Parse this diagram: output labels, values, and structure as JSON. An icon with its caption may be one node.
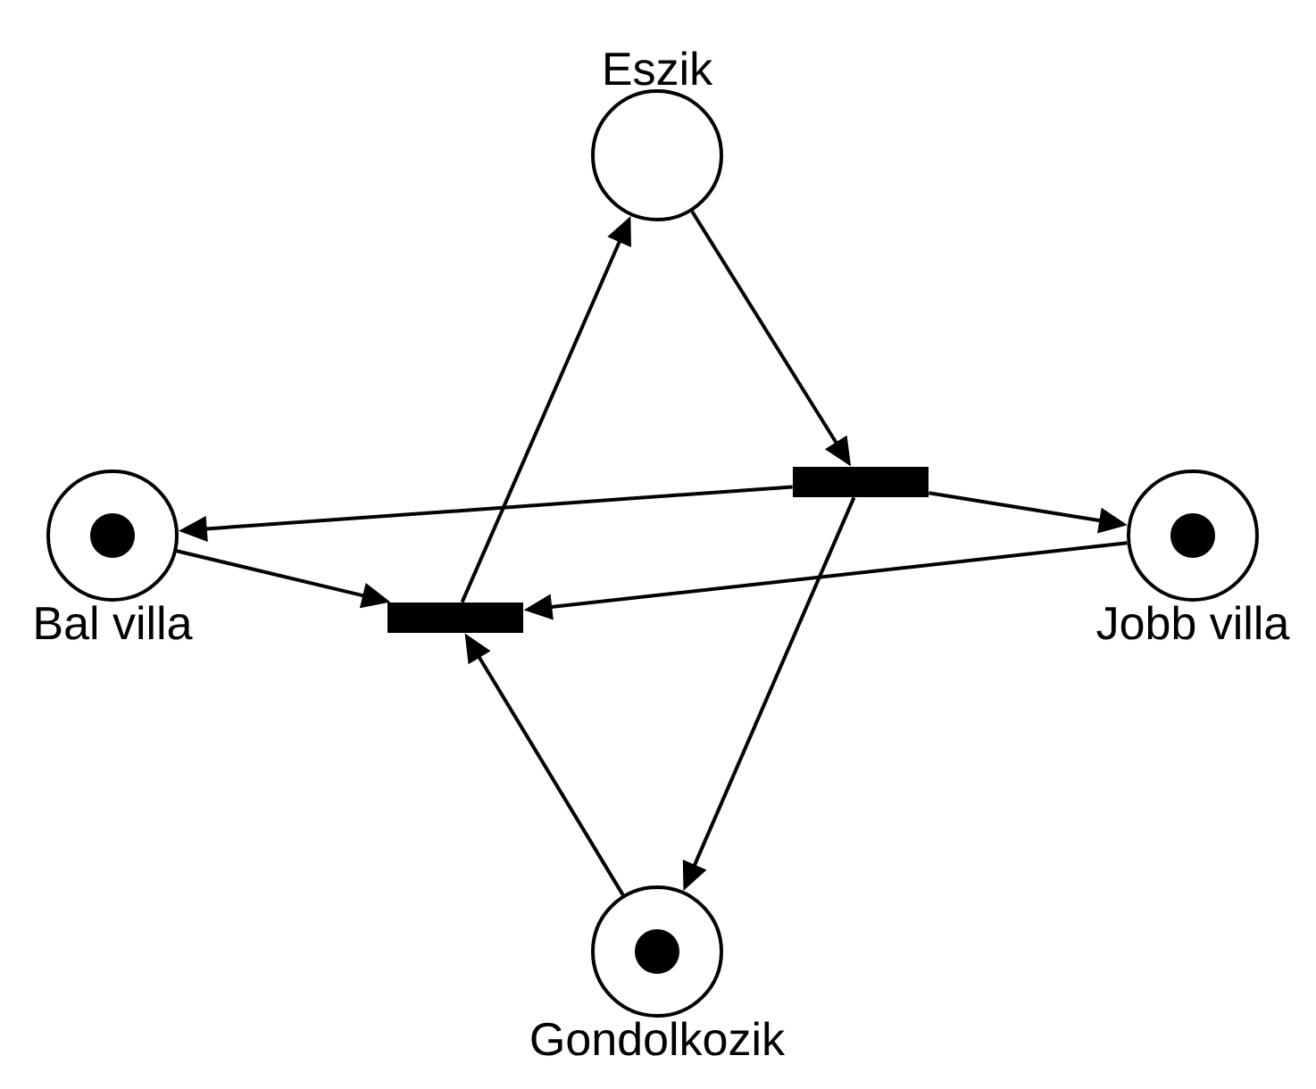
{
  "diagram": {
    "nodes": [
      {
        "text": [
          "Eszik"
        ]
      },
      {
        "text": [],
        "shape": "bar"
      },
      {
        "text": [
          "Bal villa"
        ]
      },
      {
        "text": [],
        "shape": "circle",
        "in": 2
      },
      {
        "text": [],
        "shape": "bar"
      },
      {
        "text": [
          "Jobb villa"
        ]
      },
      {
        "text": [],
        "shape": "circle",
        "in": 5
      },
      {
        "text": [
          "Gondolkozik"
        ]
      },
      {
        "text": [],
        "shape": "circle",
        "in": 7
      }
    ],
    "edges": [
      {
        "from": 0,
        "to": 1,
        "arrow": "to"
      },
      {
        "from": 1,
        "to": 2,
        "arrow": "to"
      },
      {
        "from": 1,
        "to": 5,
        "arrow": "to"
      },
      {
        "from": 1,
        "to": 7,
        "arrow": "to"
      },
      {
        "from": 2,
        "to": 4,
        "arrow": "to"
      },
      {
        "from": 5,
        "to": 4,
        "arrow": "to"
      },
      {
        "from": 7,
        "to": 4,
        "arrow": "to"
      },
      {
        "from": 4,
        "to": 0,
        "arrow": "to"
      }
    ]
  }
}
